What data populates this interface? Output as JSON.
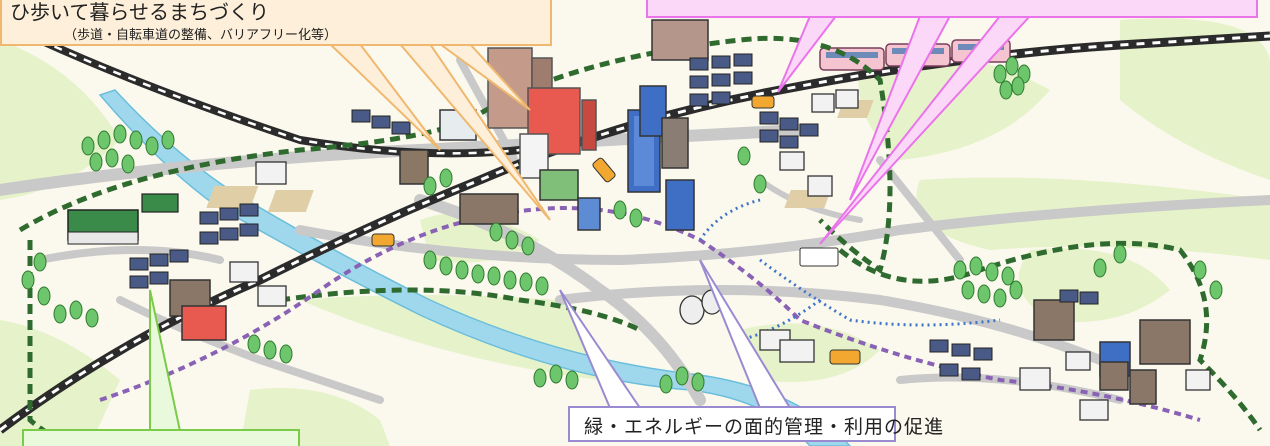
{
  "callouts": {
    "walkable_title": "ひ歩いて暮らせるまちづくり",
    "walkable_sub": "（歩道・自転車道の整備、バリアフリー化等）",
    "green_energy": "緑・エネルギーの面的管理・利用の促進",
    "transit": "",
    "compact": ""
  },
  "colors": {
    "background": "#fbf8ee",
    "road_gray": "#c9c9c9",
    "river_blue": "#9fd8ec",
    "green_belt": "#2f6b2f",
    "pink_callout": "#fbd8f8",
    "orange_callout": "#fdefd9",
    "green_callout": "#e9f9dc",
    "purple_callout_border": "#9a8ad0"
  }
}
